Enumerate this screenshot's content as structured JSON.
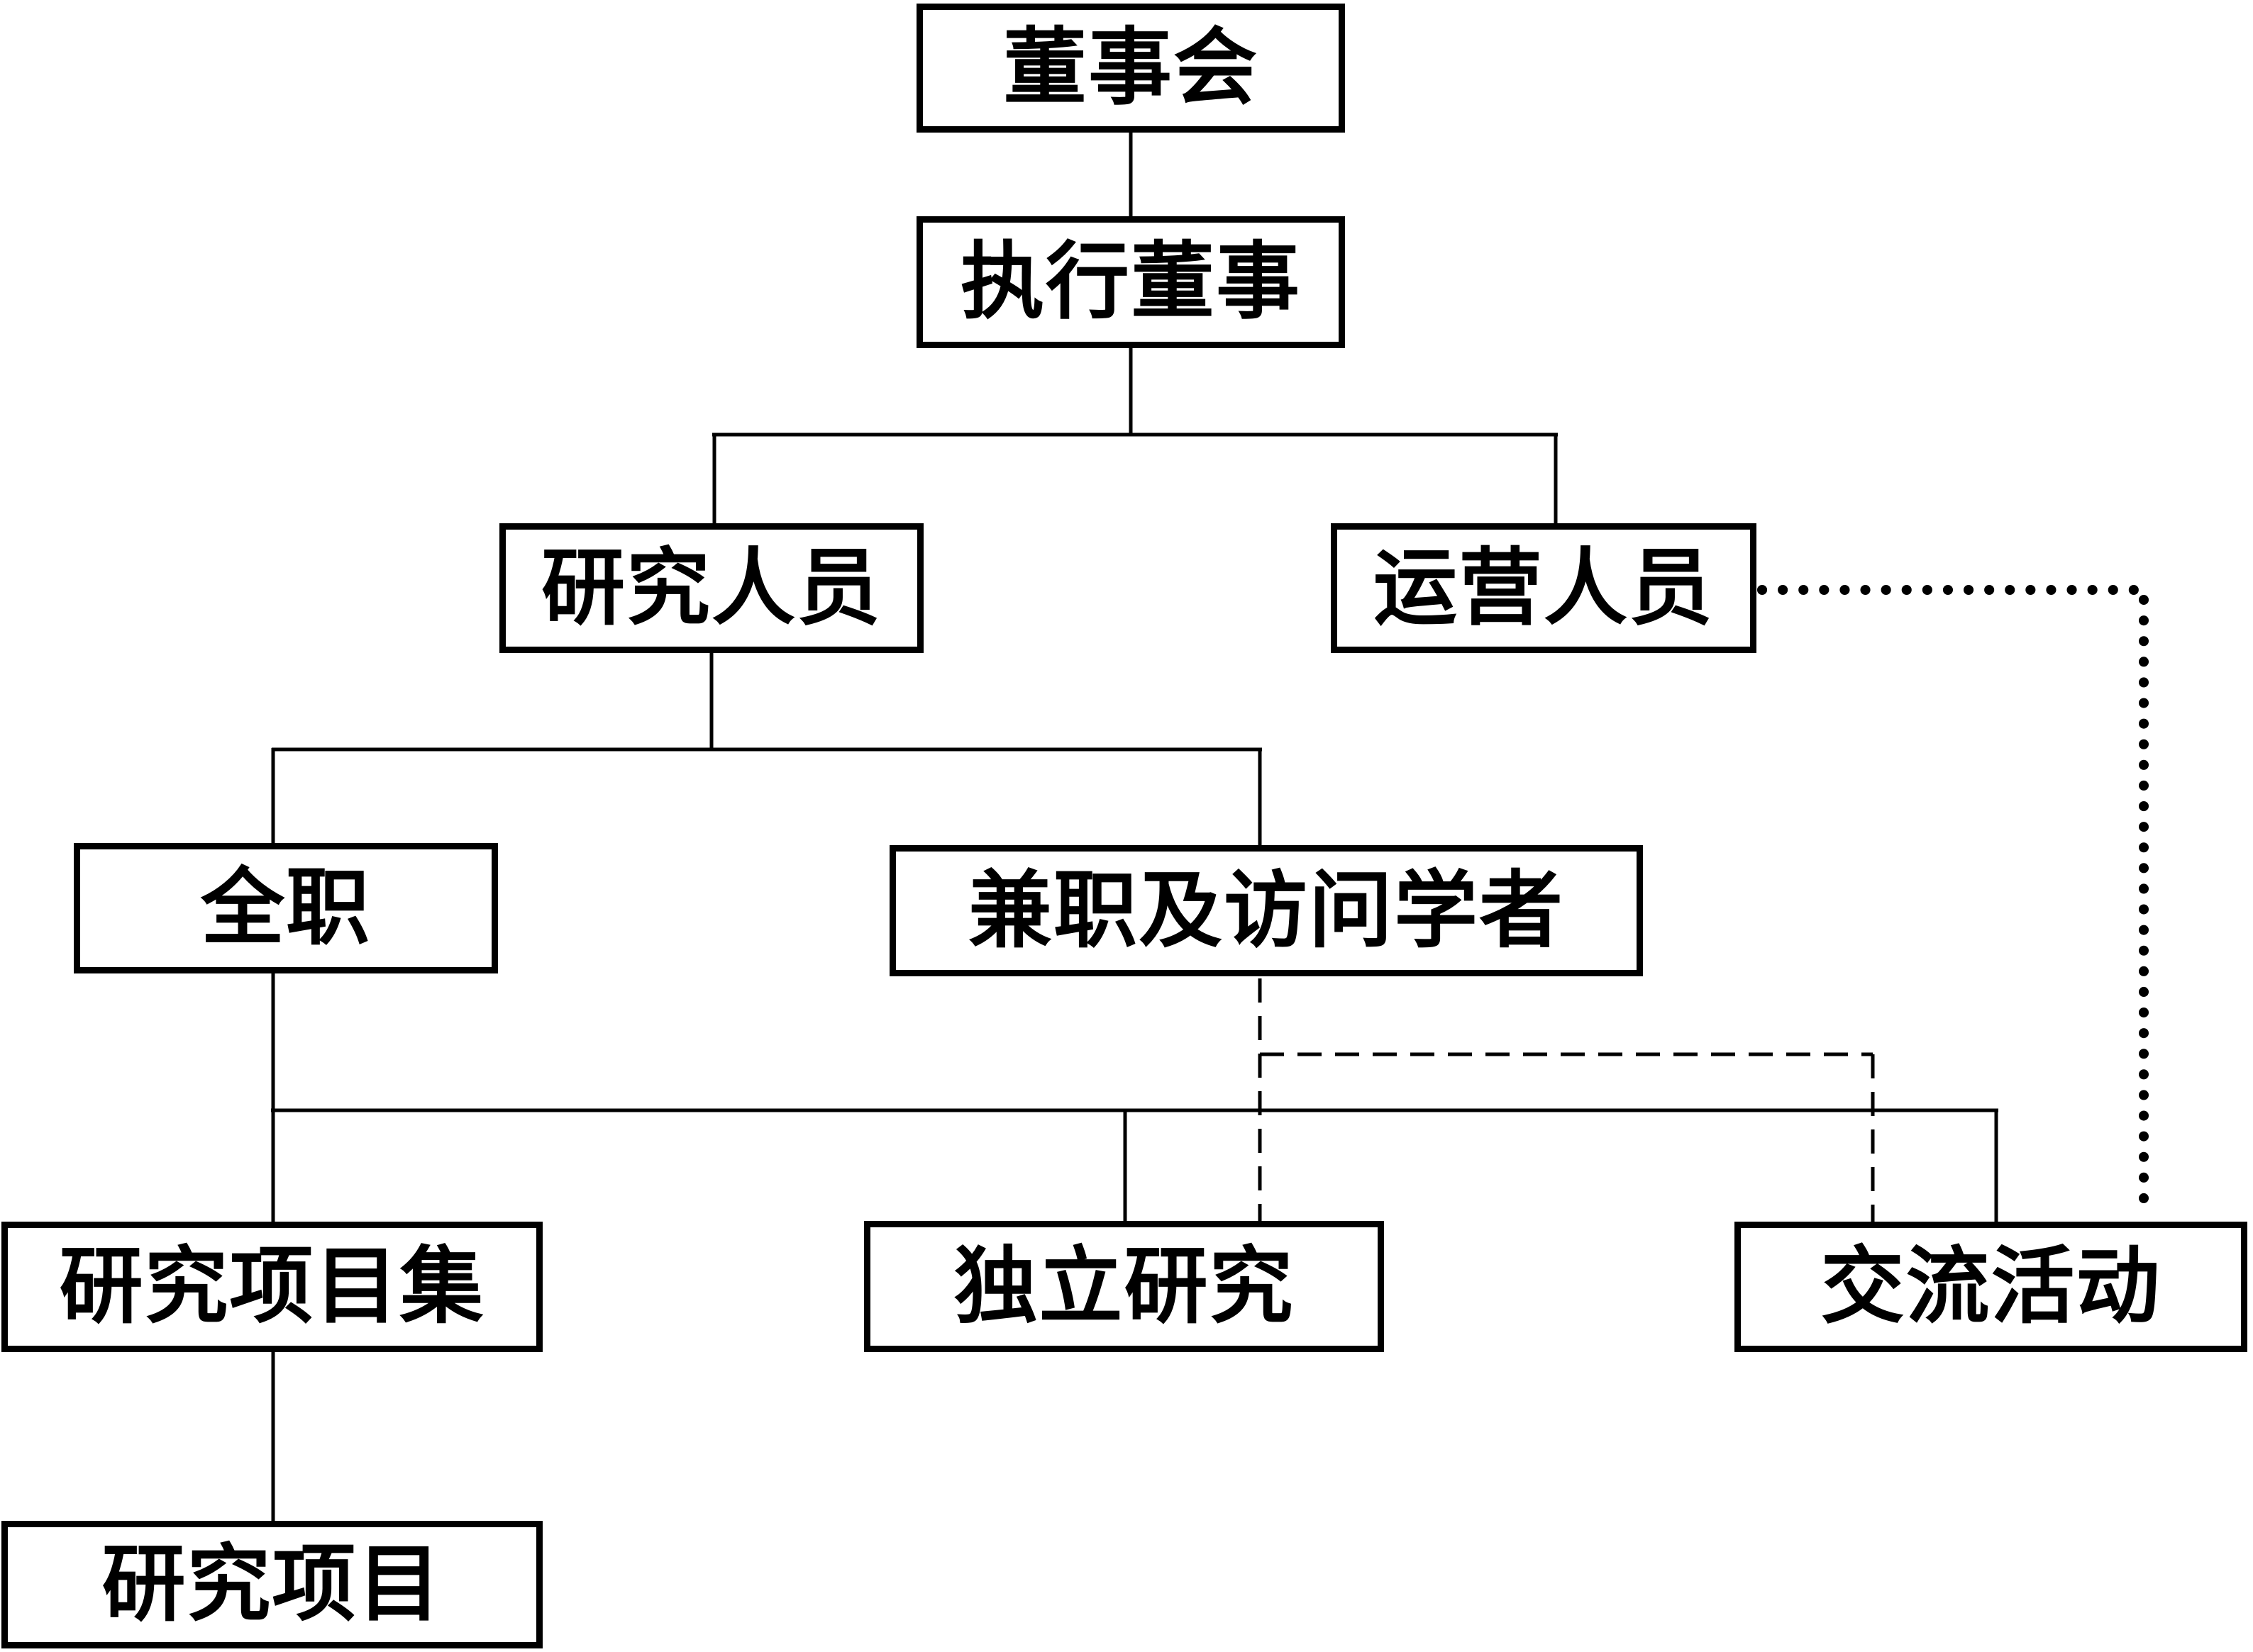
{
  "page": {
    "background_color": "#ffffff",
    "line_color": "#000000",
    "box_fill_color": "#ffffff",
    "box_border_color": "#000000"
  },
  "diagram": {
    "type": "org-chart",
    "nodes": {
      "board": {
        "label": "董事会"
      },
      "executive_director": {
        "label": "执行董事"
      },
      "research_staff": {
        "label": "研究人员"
      },
      "operations_staff": {
        "label": "运营人员"
      },
      "full_time": {
        "label": "全职"
      },
      "part_time_visiting_scholars": {
        "label": "兼职及访问学者"
      },
      "research_program_sets": {
        "label": "研究项目集"
      },
      "independent_research": {
        "label": "独立研究"
      },
      "exchange_activities": {
        "label": "交流活动"
      },
      "research_projects": {
        "label": "研究项目"
      }
    },
    "edges": [
      {
        "from": "board",
        "to": "executive_director",
        "style": "solid"
      },
      {
        "from": "executive_director",
        "to": "research_staff",
        "style": "solid"
      },
      {
        "from": "executive_director",
        "to": "operations_staff",
        "style": "solid"
      },
      {
        "from": "research_staff",
        "to": "full_time",
        "style": "solid"
      },
      {
        "from": "research_staff",
        "to": "part_time_visiting_scholars",
        "style": "solid"
      },
      {
        "from": "full_time",
        "to": "research_program_sets",
        "style": "solid"
      },
      {
        "from": "full_time",
        "to": "independent_research",
        "style": "solid"
      },
      {
        "from": "full_time",
        "to": "exchange_activities",
        "style": "solid"
      },
      {
        "from": "research_program_sets",
        "to": "research_projects",
        "style": "solid"
      },
      {
        "from": "part_time_visiting_scholars",
        "to": "independent_research",
        "style": "dashed"
      },
      {
        "from": "part_time_visiting_scholars",
        "to": "exchange_activities",
        "style": "dashed"
      },
      {
        "from": "operations_staff",
        "to": "exchange_activities",
        "style": "dotted"
      }
    ]
  }
}
